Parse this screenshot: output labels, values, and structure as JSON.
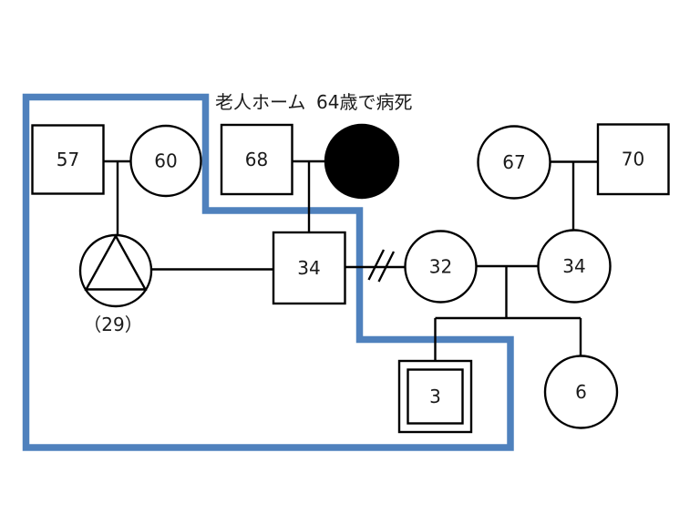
{
  "genogram": {
    "annotations": {
      "nursing_home": "老人ホーム",
      "death_note": "64歳で病死",
      "pregnancy_label": "（29）"
    },
    "persons": {
      "square_57": {
        "label": "57",
        "shape": "square"
      },
      "circle_60": {
        "label": "60",
        "shape": "circle"
      },
      "square_68": {
        "label": "68",
        "shape": "square"
      },
      "deceased_circle": {
        "label": "",
        "shape": "circle-filled"
      },
      "circle_67": {
        "label": "67",
        "shape": "circle"
      },
      "square_70": {
        "label": "70",
        "shape": "square"
      },
      "pregnancy": {
        "label": "（29）",
        "shape": "circle-triangle"
      },
      "square_34": {
        "label": "34",
        "shape": "square"
      },
      "circle_32": {
        "label": "32",
        "shape": "circle"
      },
      "circle_34": {
        "label": "34",
        "shape": "circle"
      },
      "double_square_3": {
        "label": "3",
        "shape": "double-square"
      },
      "circle_6": {
        "label": "6",
        "shape": "circle"
      }
    },
    "colors": {
      "household_border": "#4f81bd",
      "line": "#000000",
      "deceased_fill": "#000000"
    }
  }
}
